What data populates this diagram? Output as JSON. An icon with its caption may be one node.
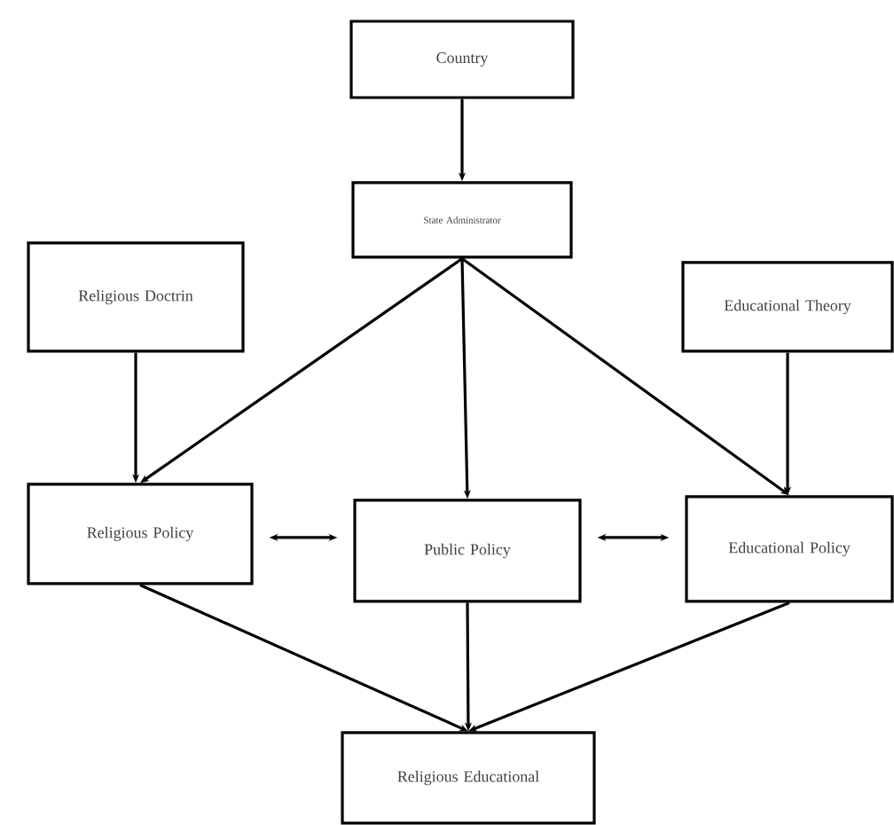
{
  "diagram": {
    "nodes": [
      {
        "text": [
          "Country"
        ]
      },
      {
        "text": [
          "State Administrator"
        ]
      },
      {
        "text": [
          "Religious Doctrin"
        ]
      },
      {
        "text": [
          "Educational Theory"
        ]
      },
      {
        "text": [
          "Religious Policy"
        ]
      },
      {
        "text": [
          "Public Policy"
        ]
      },
      {
        "text": [
          "Educational Policy"
        ]
      },
      {
        "text": [
          "Religious Educational"
        ]
      }
    ],
    "edges": [
      {
        "from": 0,
        "to": 1,
        "arrow": "to"
      },
      {
        "from": 1,
        "to": 4,
        "arrow": "to"
      },
      {
        "from": 1,
        "to": 5,
        "arrow": "to"
      },
      {
        "from": 1,
        "to": 6,
        "arrow": "to"
      },
      {
        "from": 2,
        "to": 4,
        "arrow": "to"
      },
      {
        "from": 3,
        "to": 6,
        "arrow": "to"
      },
      {
        "from": 4,
        "to": 5,
        "arrow": "both"
      },
      {
        "from": 5,
        "to": 6,
        "arrow": "both"
      },
      {
        "from": 4,
        "to": 7,
        "arrow": "to"
      },
      {
        "from": 5,
        "to": 7,
        "arrow": "to"
      },
      {
        "from": 6,
        "to": 7,
        "arrow": "to"
      }
    ]
  }
}
